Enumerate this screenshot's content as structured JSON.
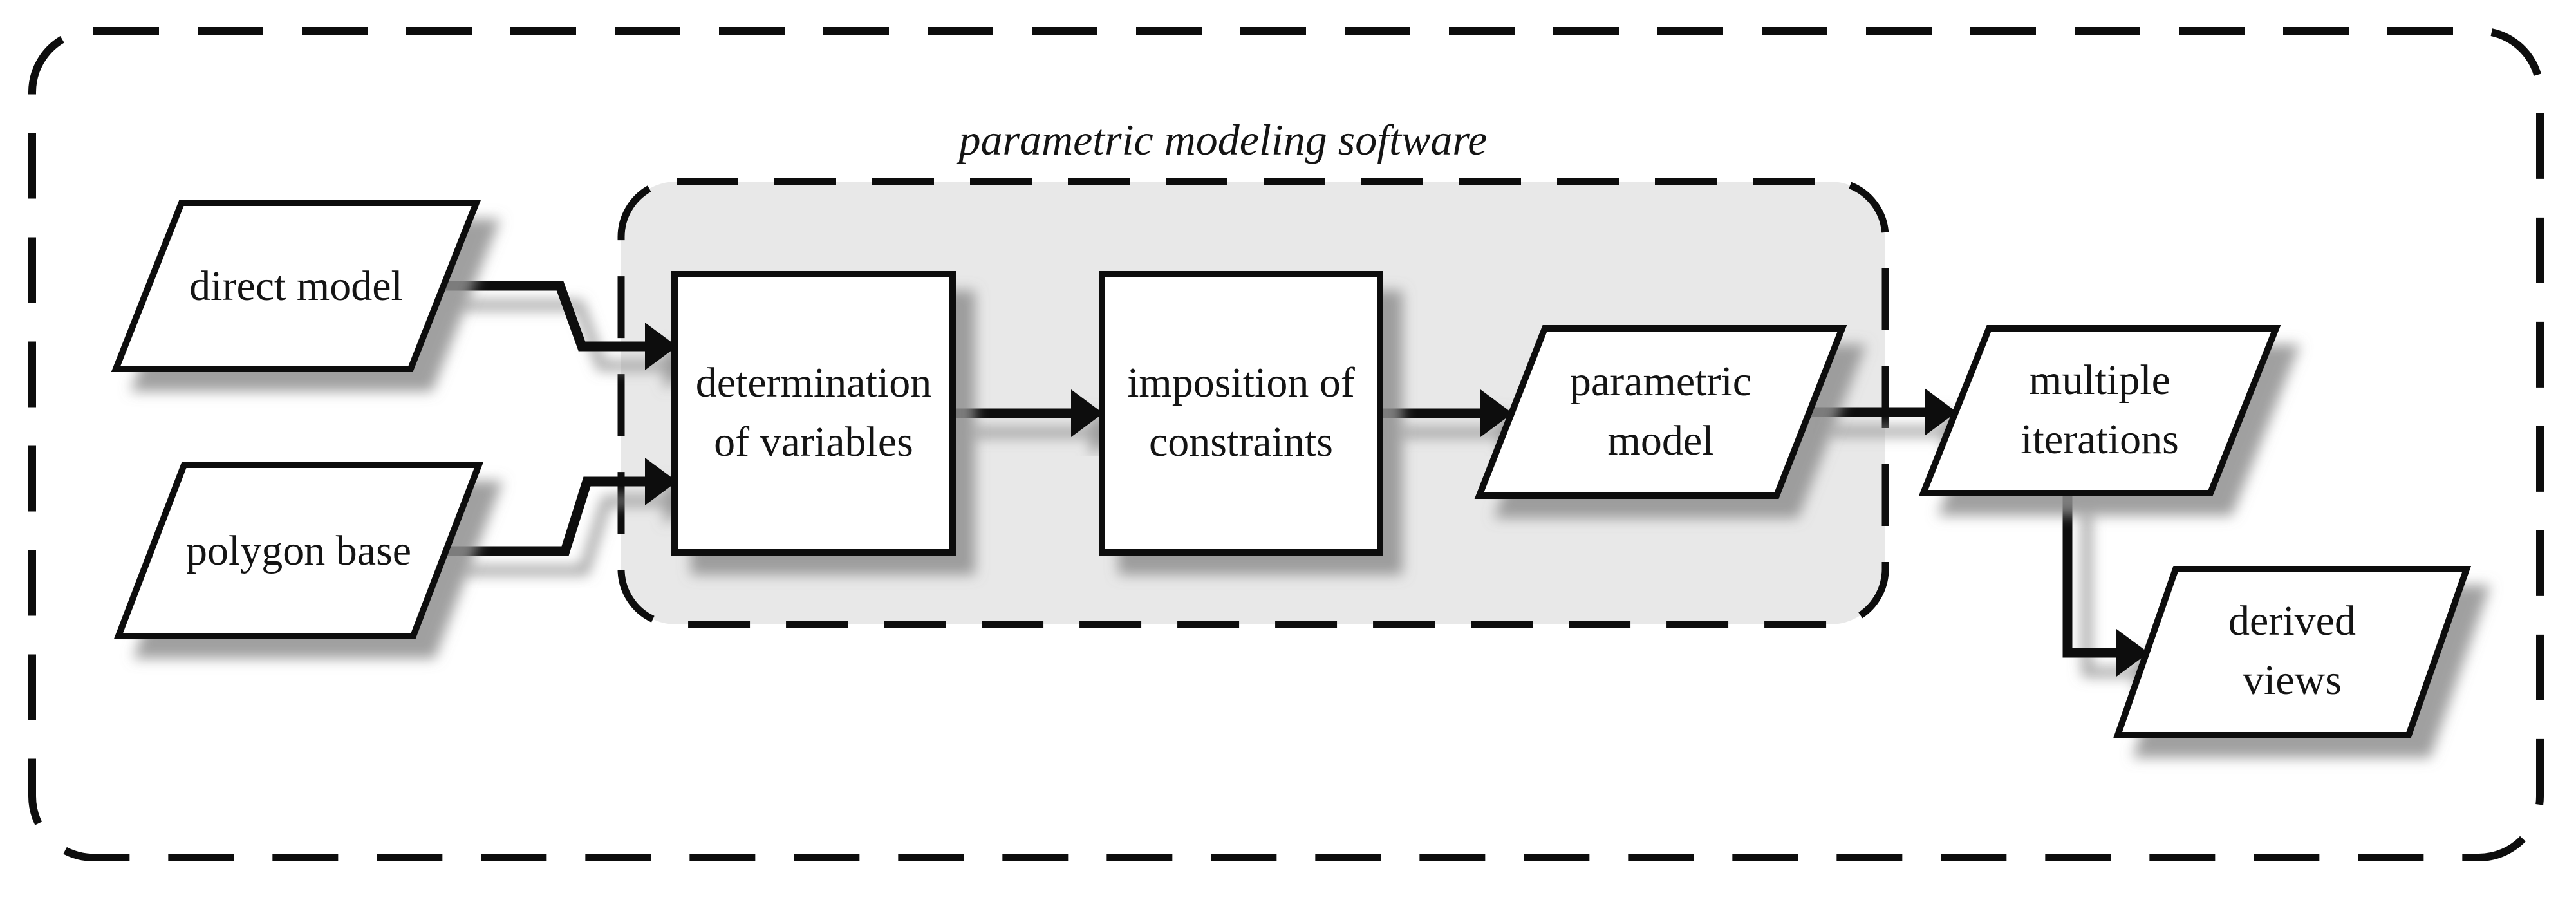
{
  "diagram": {
    "type": "flowchart",
    "container": {
      "label": "parametric modeling software"
    },
    "nodes": {
      "direct_model": {
        "label": "direct model",
        "shape": "parallelogram"
      },
      "polygon_base": {
        "label": "polygon base",
        "shape": "parallelogram"
      },
      "determination_of_variables": {
        "lines": [
          "determination",
          "of variables"
        ],
        "shape": "rectangle"
      },
      "imposition_of_constraints": {
        "lines": [
          "imposition of",
          "constraints"
        ],
        "shape": "rectangle"
      },
      "parametric_model": {
        "lines": [
          "parametric",
          "model"
        ],
        "shape": "parallelogram"
      },
      "multiple_iterations": {
        "lines": [
          "multiple",
          "iterations"
        ],
        "shape": "parallelogram"
      },
      "derived_views": {
        "lines": [
          "derived",
          "views"
        ],
        "shape": "parallelogram"
      }
    },
    "edges": [
      {
        "from": "direct model",
        "to": "determination of variables"
      },
      {
        "from": "polygon base",
        "to": "determination of variables"
      },
      {
        "from": "determination of variables",
        "to": "imposition of constraints"
      },
      {
        "from": "imposition of constraints",
        "to": "parametric model"
      },
      {
        "from": "parametric model",
        "to": "multiple iterations"
      },
      {
        "from": "multiple iterations",
        "to": "derived views"
      }
    ],
    "colors": {
      "background": "#ffffff",
      "container_fill": "#e8e8e8",
      "node_fill": "#ffffff",
      "line": "#0d0d0d",
      "shadow": "#8f8f8f"
    }
  }
}
